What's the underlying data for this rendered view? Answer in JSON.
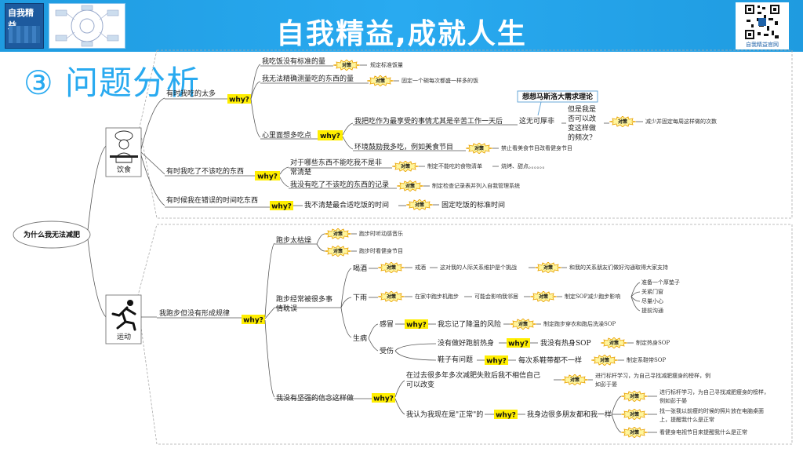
{
  "banner": {
    "title": "自我精益,成就人生",
    "book_title": "自我精益",
    "qr_caption": "自我精益官网"
  },
  "section": {
    "number": "③",
    "title": "问题分析"
  },
  "colors": {
    "accent": "#29aaf0",
    "why_fill": "#ffee00",
    "duice_stroke": "#e8a000",
    "duice_fill": "#fff59d"
  },
  "mindmap": {
    "root": "为什么我无法减肥",
    "why": "why?",
    "duice": "对策",
    "diet": {
      "label": "饮食",
      "icon": "chef-icon",
      "b1": {
        "label": "有时我吃的太多",
        "c1": {
          "text": "我吃饭没有标准的量",
          "action": "规定标准饭量"
        },
        "c2": {
          "text": "我无法精确测量吃的东西的量",
          "action": "固定一个碗每次都盛一样多的饭"
        },
        "c3": {
          "text": "心里面想多吃点",
          "d1": {
            "text": "我把吃作为最享受的事情尤其是辛苦工作一天后",
            "mid": "这无可厚非",
            "callout": "想想马斯洛大需求理论",
            "question": [
              "但是我是",
              "否可以改",
              "变这样做",
              "的频次?"
            ],
            "action": "减少并固定每周这样做的次数"
          },
          "d2": {
            "text": "环境鼓励我多吃，例如美食节目",
            "action": "禁止看美食节目改看健身节目"
          }
        }
      },
      "b2": {
        "label": "有时我吃了不该吃的东西",
        "c1": {
          "text": [
            "对于哪些东西不能吃我不是非",
            "常清楚"
          ],
          "action": "制定不能吃的食物清单",
          "extra": "烧烤、甜点。。。。。。"
        },
        "c2": {
          "text": "我没有吃了不该吃的东西的记录",
          "action": "制定检查记录表并列入自我管理系统"
        }
      },
      "b3": {
        "label": "有时候我在错误的时间吃东西",
        "c1": {
          "text": "我不清楚最合适吃饭的时间",
          "action": "固定吃饭的标准时间"
        }
      }
    },
    "exercise": {
      "label": "运动",
      "icon": "runner-icon",
      "b1": {
        "label": "我跑步但没有形成规律",
        "c1": {
          "text": "跑步太枯燥",
          "a1": "跑步时听动感音乐",
          "a2": "跑步时看健身节目"
        },
        "c2": {
          "text": [
            "跑步经常被很多事",
            "情耽误"
          ],
          "d1": {
            "label": "喝酒",
            "t1": "戒酒",
            "t2": "这对我的人际关系维护是个挑战",
            "t3": "和我的关系朋友们做好沟通取得大家支持"
          },
          "d2": {
            "label": "下雨",
            "t1": "在家中跑步机跑步",
            "t2": "可能会影响我邻居",
            "t3": "制定SOP减少跑步影响",
            "list": [
              "准备一个厚垫子",
              "关紧门窗",
              "尽量小心",
              "提前沟通"
            ]
          },
          "d3": {
            "label": "生病",
            "e1": {
              "label": "感冒",
              "t1": "我忘记了降温的风险",
              "t2": "制定跑步穿衣和跑后洗澡SOP"
            },
            "e2": {
              "label": "受伤",
              "f1": {
                "t1": "没有做好跑前热身",
                "t2": "我没有热身SOP",
                "t3": "制定热身SOP"
              },
              "f2": {
                "t1": "鞋子有问题",
                "t2": "每次系鞋带都不一样",
                "t3": "制定系鞋带SOP"
              }
            }
          }
        },
        "c3": {
          "text": "我没有坚强的信念这样做",
          "d1": {
            "text": [
              "在过去很多年多次减肥失败后我不相信自己",
              "可以改变"
            ],
            "action": [
              "进行标杆学习，为自己寻找减肥瘦身的榜样，例",
              "如彭于晏"
            ]
          },
          "d2": {
            "text": "我认为我现在是\"正常\"的",
            "t2": "我身边很多朋友都和我一样",
            "a1": [
              "进行标杆学习，为自己寻找减肥瘦身的榜样，",
              "例如彭于晏"
            ],
            "a2": [
              "找一张我以前瘦的时候的照片放在电脑桌面",
              "上，提醒我什么是正常"
            ],
            "a3": "看健身电视节目来提醒我什么是正常"
          }
        }
      }
    }
  }
}
